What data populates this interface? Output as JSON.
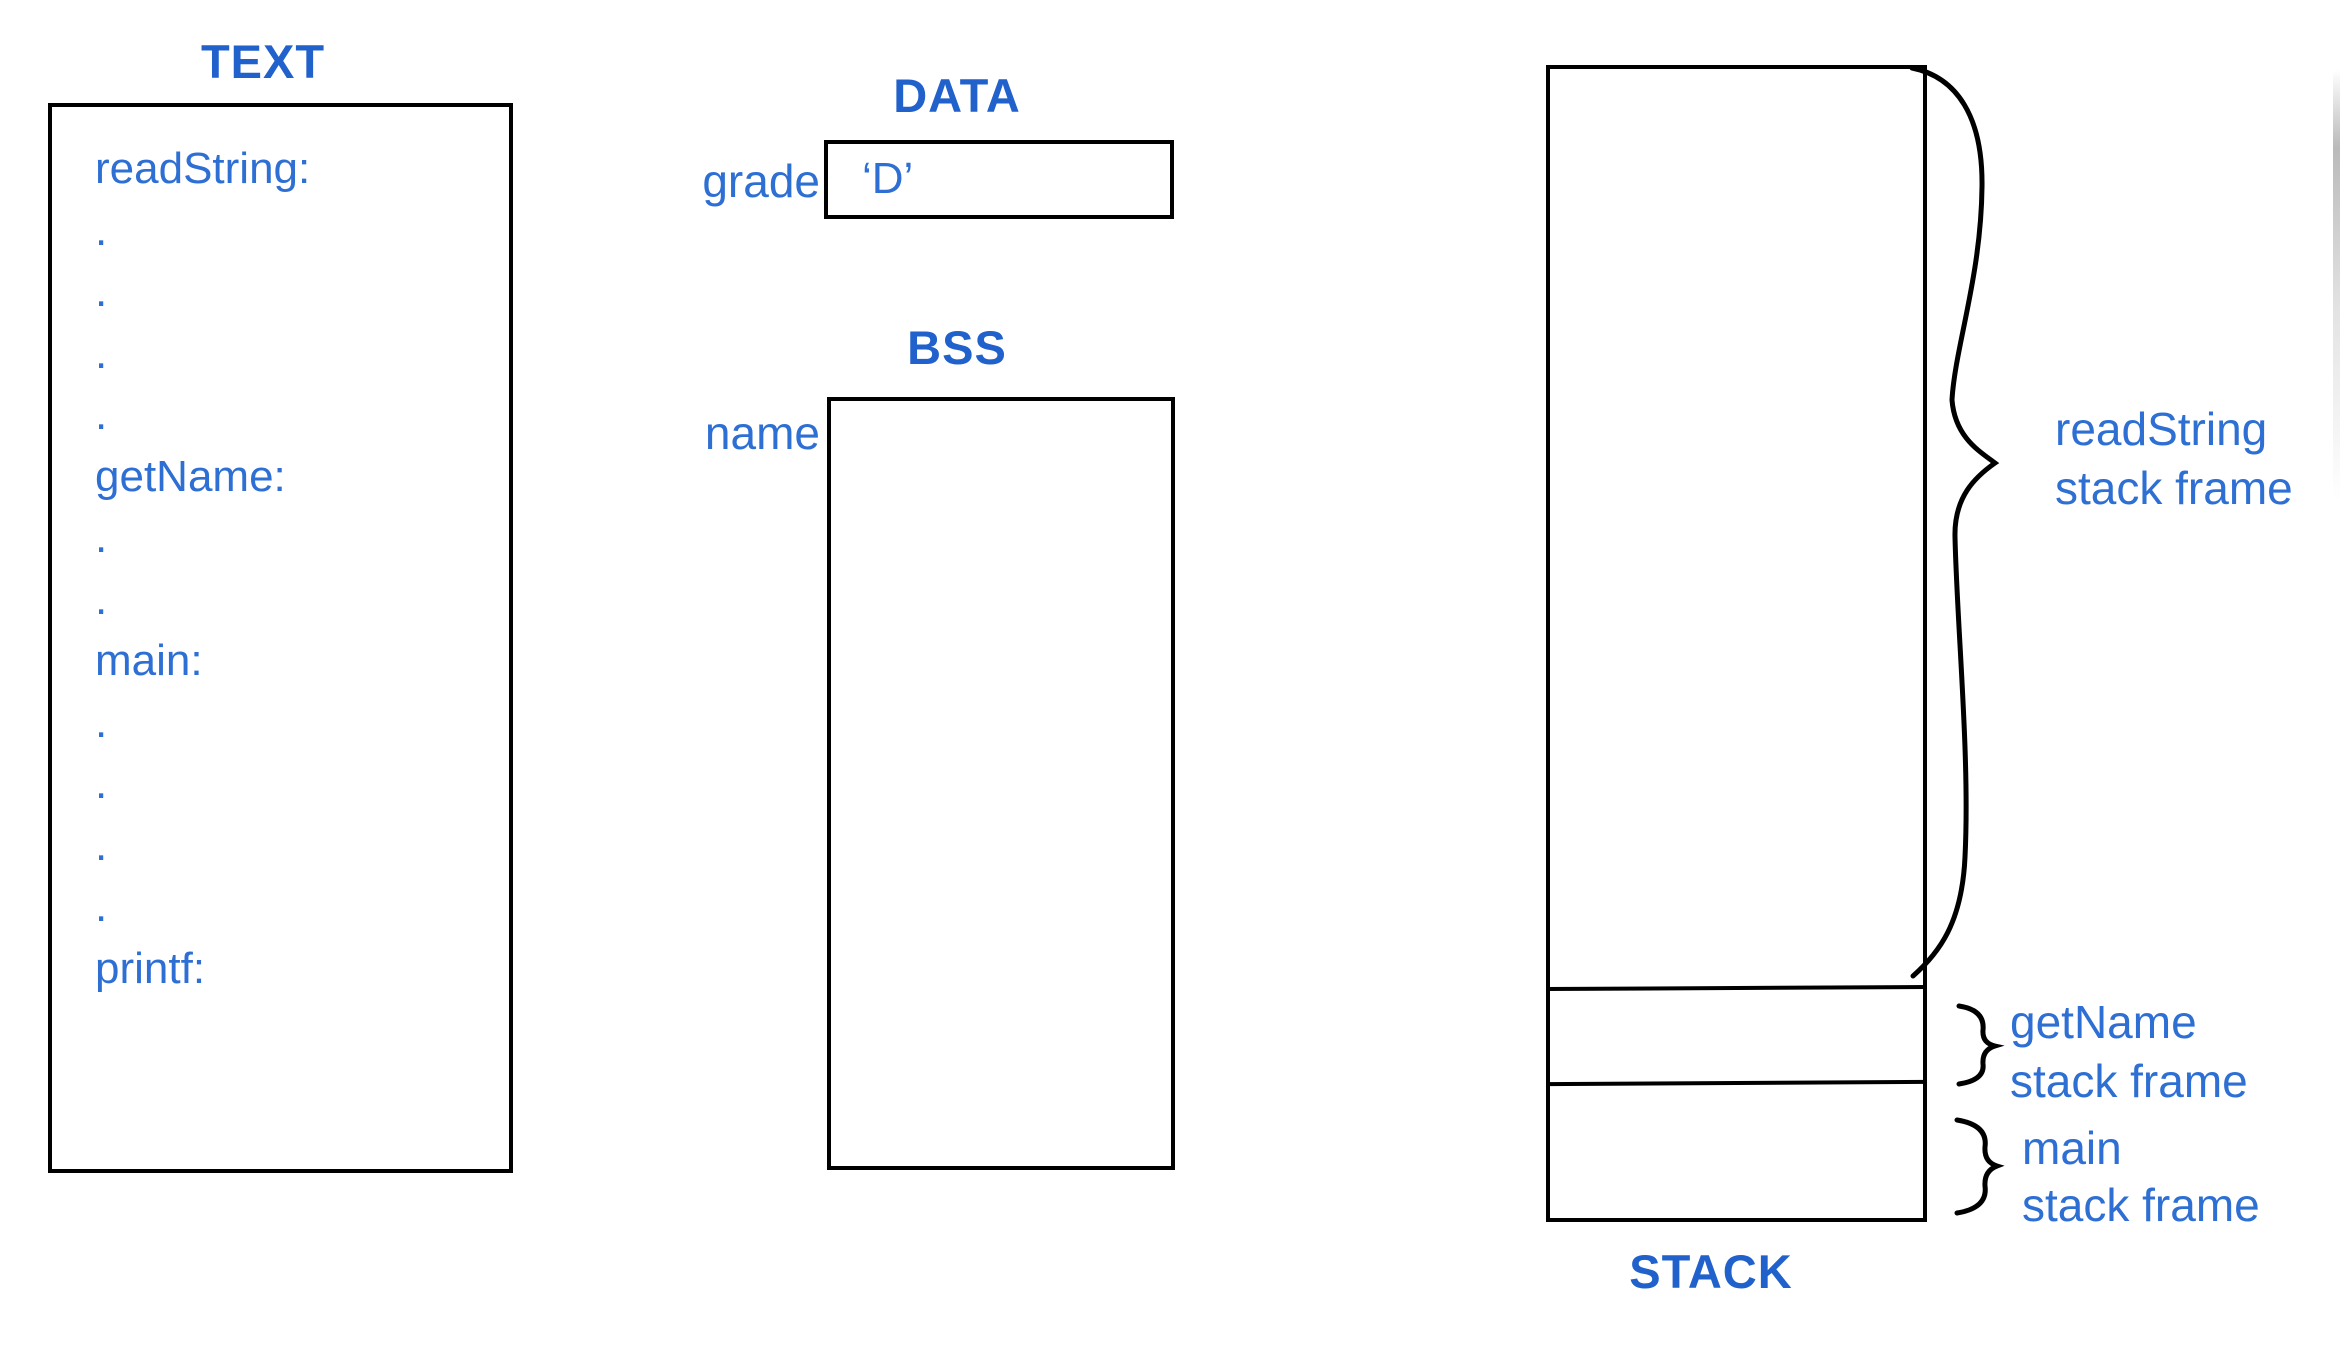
{
  "colors": {
    "heading_blue": "#2161cb",
    "text_blue": "#2e6fd4",
    "line_black": "#000000"
  },
  "segments": {
    "text": {
      "title": "TEXT",
      "lines": [
        "readString:",
        ".",
        ".",
        ".",
        ".",
        "getName:",
        ".",
        ".",
        "main:",
        ".",
        ".",
        ".",
        ".",
        "printf:"
      ]
    },
    "data": {
      "title": "DATA",
      "variable_label": "grade",
      "value": "‘D’"
    },
    "bss": {
      "title": "BSS",
      "variable_label": "name",
      "value": ""
    },
    "stack": {
      "title": "STACK",
      "frames": [
        {
          "function": "readString",
          "caption_line1": "readString",
          "caption_line2": "stack frame"
        },
        {
          "function": "getName",
          "caption_line1": "getName",
          "caption_line2": "stack frame"
        },
        {
          "function": "main",
          "caption_line1": "main",
          "caption_line2": "stack frame"
        }
      ]
    }
  }
}
